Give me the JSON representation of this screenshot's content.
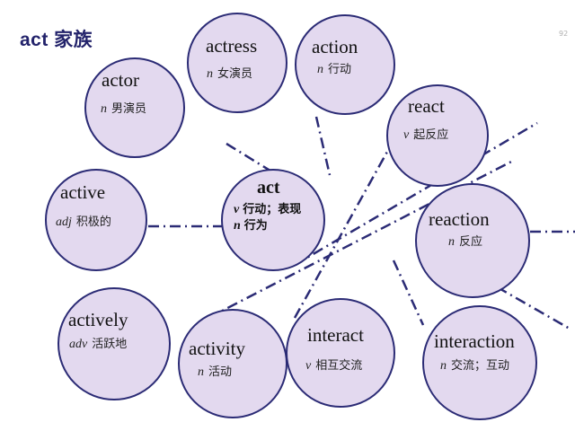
{
  "title": "act 家族",
  "page_number": "92",
  "center": {
    "word": "act",
    "lines": [
      {
        "pos": "v",
        "meaning": "行动；表现"
      },
      {
        "pos": "n",
        "meaning": "行为"
      }
    ]
  },
  "words": [
    {
      "word": "actress",
      "pos": "n",
      "meaning": "女演员"
    },
    {
      "word": "action",
      "pos": "n",
      "meaning": "行动"
    },
    {
      "word": "actor",
      "pos": "n",
      "meaning": "男演员"
    },
    {
      "word": "react",
      "pos": "v",
      "meaning": "起反应"
    },
    {
      "word": "active",
      "pos": "adj",
      "meaning": "积极的"
    },
    {
      "word": "reaction",
      "pos": "n",
      "meaning": "反应"
    },
    {
      "word": "actively",
      "pos": "adv",
      "meaning": "活跃地"
    },
    {
      "word": "activity",
      "pos": "n",
      "meaning": "活动"
    },
    {
      "word": "interact",
      "pos": "v",
      "meaning": "相互交流"
    },
    {
      "word": "interaction",
      "pos": "n",
      "meaning": "交流；互动"
    }
  ],
  "colors": {
    "circle_fill": "#e3d9ef",
    "circle_border": "#2b2b75",
    "line": "#2b2b75",
    "title": "#23236b"
  }
}
